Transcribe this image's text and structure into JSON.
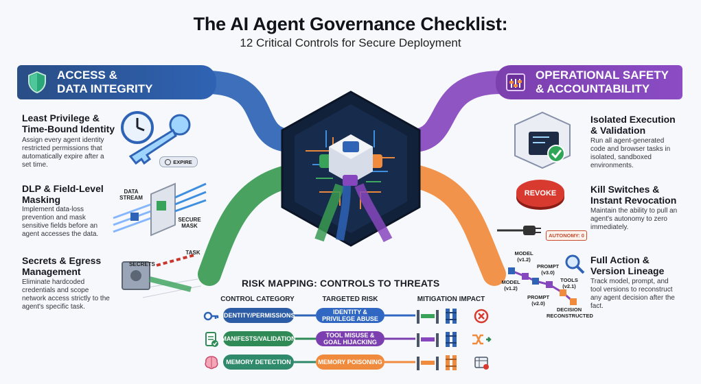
{
  "header": {
    "title": "The AI Agent Governance Checklist:",
    "subtitle": "12 Critical Controls for Secure Deployment"
  },
  "left_banner": {
    "label": "ACCESS &\nDATA INTEGRITY",
    "icon": "shield-icon",
    "color": "#2f5fa8"
  },
  "right_banner": {
    "label": "OPERATIONAL SAFETY\n& ACCOUNTABILITY",
    "icon": "console-sliders-icon",
    "color": "#8646bd"
  },
  "left_items": [
    {
      "title": "Least Privilege &\nTime-Bound Identity",
      "desc": "Assign every agent identity restricted permissions that automatically expire after a set time.",
      "badge": "EXPIRE"
    },
    {
      "title": "DLP & Field-Level\nMasking",
      "desc": "Implement data-loss prevention and mask sensitive fields before an agent accesses the data.",
      "label_stream": "DATA\nSTREAM",
      "label_mask": "SECURE\nMASK"
    },
    {
      "title": "Secrets & Egress\nManagement",
      "desc": "Eliminate hardcoded credentials and scope network access strictly to the agent's specific task.",
      "label_secrets": "SECRETS",
      "label_task": "TASK"
    }
  ],
  "right_items": [
    {
      "title": "Isolated Execution\n& Validation",
      "desc": "Run all agent-generated code and browser tasks in isolated, sandboxed environments."
    },
    {
      "title": "Kill Switches &\nInstant Revocation",
      "desc": "Maintain the ability to pull an agent's autonomy to zero immediately.",
      "button": "REVOKE",
      "autonomy": "AUTONOMY: 0"
    },
    {
      "title": "Full Action &\nVersion Lineage",
      "desc": "Track model, prompt, and tool versions to reconstruct any agent decision after the fact.",
      "lineage": {
        "model_v12_top": "MODEL\n(v1.2)",
        "prompt_v30": "PROMPT\n(v3.0)",
        "tools_v21": "TOOLS\n(v2.1)",
        "model_v12_left": "MODEL\n(v1.2)",
        "prompt_v20": "PROMPT\n(v2.0)",
        "decision": "DECISION\nRECONSTRUCTED"
      }
    }
  ],
  "risk_mapping": {
    "title": "RISK MAPPING: CONTROLS TO THREATS",
    "headers": {
      "category": "CONTROL CATEGORY",
      "risk": "TARGETED RISK",
      "impact": "MITIGATION IMPACT"
    },
    "rows": [
      {
        "category": "IDENTITY/PERMISSIONS",
        "risk": "IDENTITY &\nPRIVILEGE ABUSE",
        "cat_color": "#2d5ca6",
        "risk_color": "#2f67c2",
        "category_icon": "key-icon",
        "impact_icon": "x-circle-icon"
      },
      {
        "category": "MANIFESTS/VALIDATION",
        "risk": "TOOL MISUSE &\nGOAL HIJACKING",
        "cat_color": "#2f8a55",
        "risk_color": "#7b3fb0",
        "category_icon": "document-check-icon",
        "impact_icon": "shuffle-arrow-icon"
      },
      {
        "category": "MEMORY DETECTION",
        "risk": "MEMORY POISONING",
        "cat_color": "#2e8a6a",
        "risk_color": "#f08a3c",
        "category_icon": "brain-icon",
        "impact_icon": "database-icon"
      }
    ]
  }
}
